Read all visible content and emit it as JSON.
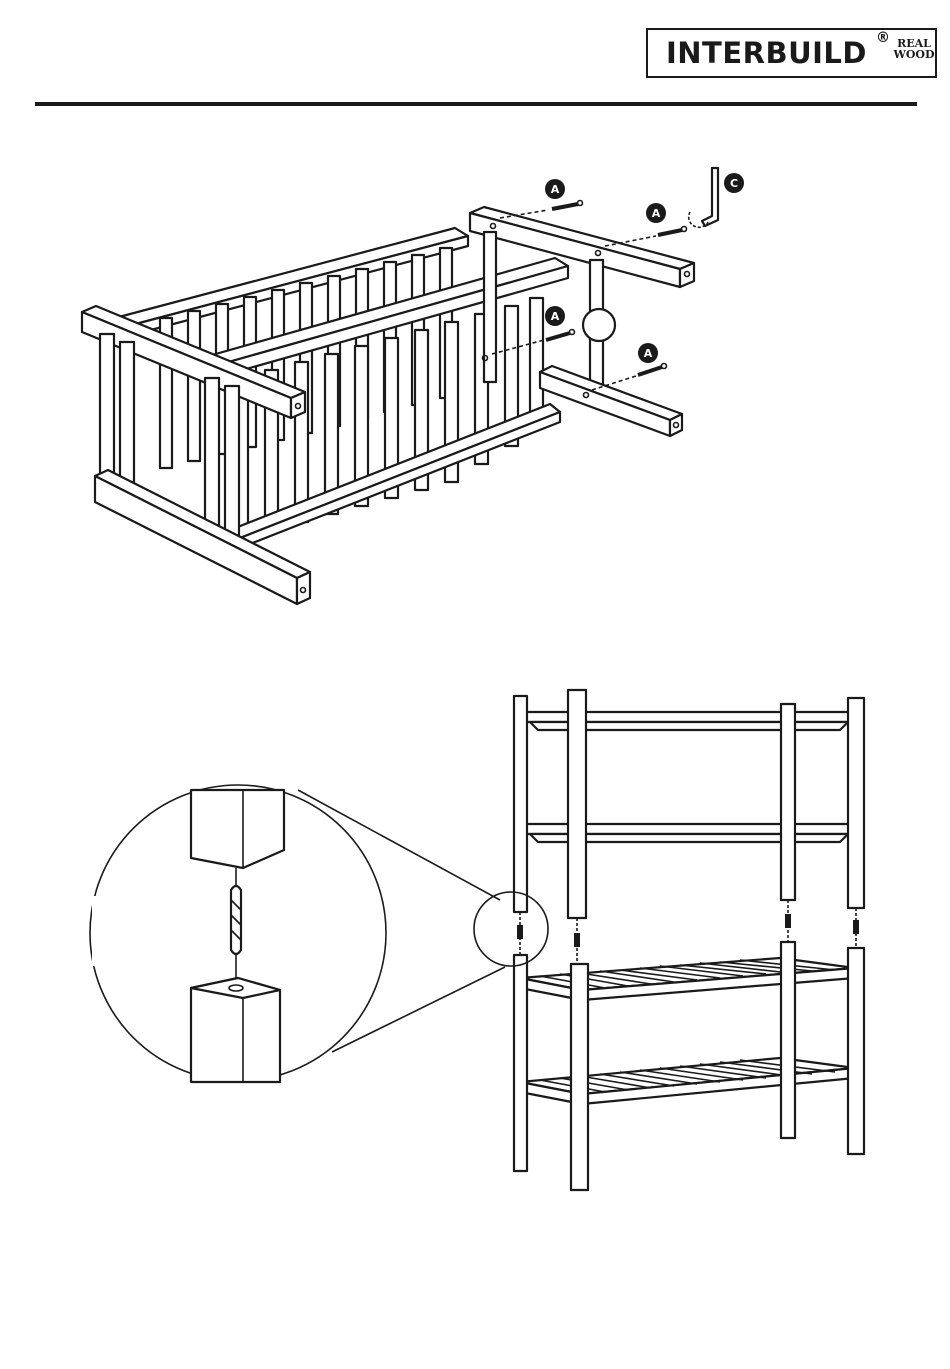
{
  "header": {
    "brand": "INTERBUILD",
    "registered_mark": "®",
    "tagline_line1": "REAL",
    "tagline_line2": "WOOD"
  },
  "step1": {
    "part_labels": {
      "bolt_label": "A",
      "wrench_label": "C"
    }
  },
  "colors": {
    "ink": "#1a1a1a",
    "paper": "#ffffff"
  }
}
